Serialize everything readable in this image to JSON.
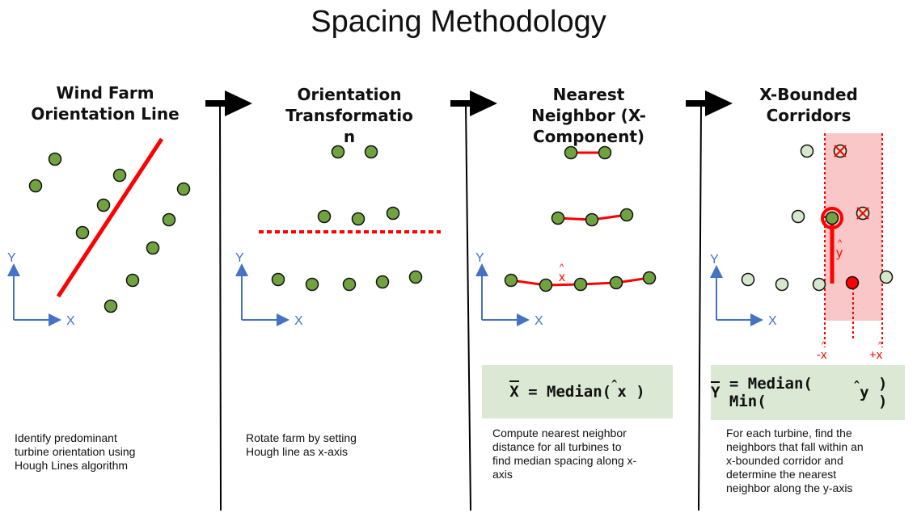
{
  "title": "Spacing Methodology",
  "panels": [
    {
      "title": "Wind Farm\nOrientation Line",
      "description": "Identify predominant\nturbine orientation using\nHough Lines algorithm"
    },
    {
      "title": "Orientation\nTransformatio\nn",
      "description": "Rotate farm by setting\nHough line as x-axis"
    },
    {
      "title": "Nearest\nNeighbor (X-\nComponent)",
      "description": "Compute nearest neighbor\ndistance for all turbines to\nfind median spacing along x-\naxis"
    },
    {
      "title": "X-Bounded\nCorridors",
      "description": "For each turbine, find the\nneighbors that fall within an\nx-bounded corridor and\ndetermine the nearest\nneighbor along the y-axis"
    }
  ],
  "axes": {
    "x_label": "X",
    "y_label": "Y"
  },
  "annotations": {
    "x_hat": "x",
    "y_hat": "y",
    "hat": "^",
    "minus_x": "-x",
    "plus_x": "+x"
  },
  "formula_x": {
    "lhs": "X",
    "rhs_pre": "= Median(",
    "var": "x",
    "close": ")"
  },
  "formula_y": {
    "lhs": "Y",
    "rhs_pre": "= Median( Min(",
    "var": "y",
    "close": ") )"
  },
  "colors": {
    "turbine": "#70a33f",
    "turbine_light": "#d6e8cc",
    "highlight": "#ff0000",
    "axis": "#4472c4",
    "corridor": "#f9c7c7",
    "formula_bg": "#dbe8d3"
  }
}
